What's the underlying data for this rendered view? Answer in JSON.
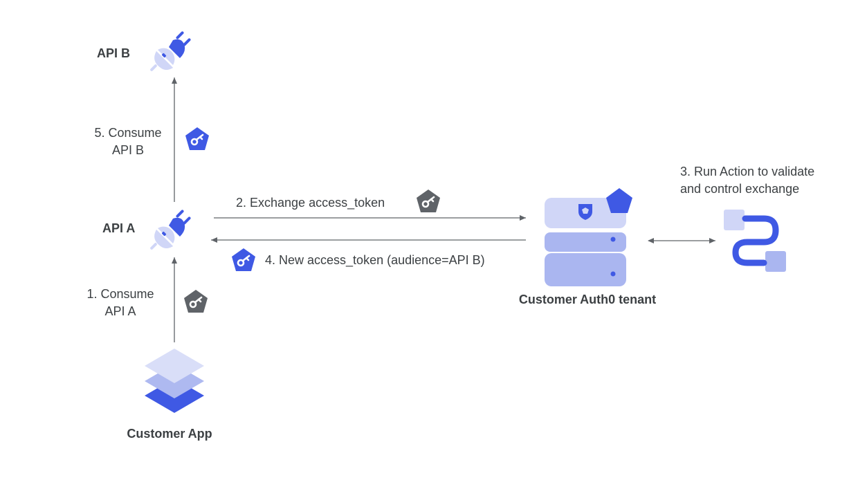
{
  "nodes": {
    "api_b": {
      "label": "API B",
      "icon": "plug-icon"
    },
    "api_a": {
      "label": "API A",
      "icon": "plug-icon"
    },
    "customer_app": {
      "label": "Customer App",
      "icon": "layers-icon"
    },
    "auth0_tenant": {
      "label": "Customer Auth0 tenant",
      "icon": "server-icon"
    },
    "action": {
      "icon": "action-flow-icon"
    }
  },
  "steps": {
    "step1": {
      "line1": "1. Consume",
      "line2": "API A",
      "token": "gray-key-badge-icon"
    },
    "step2": {
      "text": "2. Exchange access_token",
      "token": "gray-key-badge-icon"
    },
    "step3": {
      "line1": "3. Run Action to validate",
      "line2": "and control exchange"
    },
    "step4": {
      "text": "4. New access_token (audience=API B)",
      "token": "blue-key-badge-icon"
    },
    "step5": {
      "line1": "5. Consume",
      "line2": "API B",
      "token": "blue-key-badge-icon"
    }
  },
  "colors": {
    "primary": "#3f59e4",
    "light": "#c5cdf5",
    "lighter": "#d9def8",
    "token_gray": "#5f6368",
    "arrow": "#5f6368",
    "text": "#3c4043"
  }
}
